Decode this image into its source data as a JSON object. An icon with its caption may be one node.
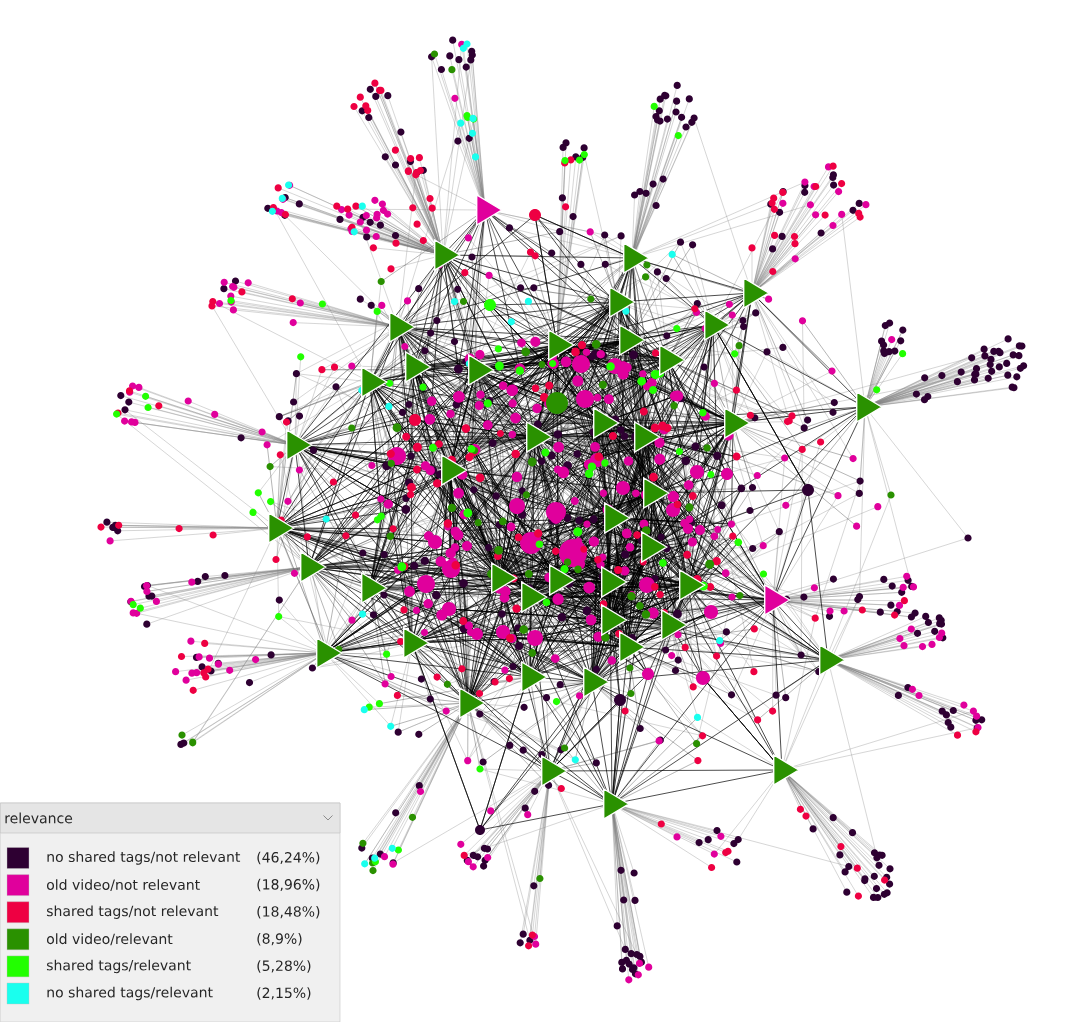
{
  "diagram": {
    "labels": [
      "relevance",
      "(46,24%)",
      "(18,96%)",
      "(18,48%)",
      "(8,9%)",
      "(5,28%)",
      "(2,15%)"
    ],
    "legend": [
      {
        "text": "no shared tags/not relevant",
        "color": "#2e0032"
      },
      {
        "text": "old video/not relevant",
        "color": "#e0009c"
      },
      {
        "text": "shared tags/not relevant",
        "color": "#ee0042"
      },
      {
        "text": "old video/relevant",
        "color": "#2a9100"
      },
      {
        "text": "shared tags/relevant",
        "color": "#22ff00"
      },
      {
        "text": "no shared tags/relevant",
        "color": "#1affee"
      }
    ]
  }
}
